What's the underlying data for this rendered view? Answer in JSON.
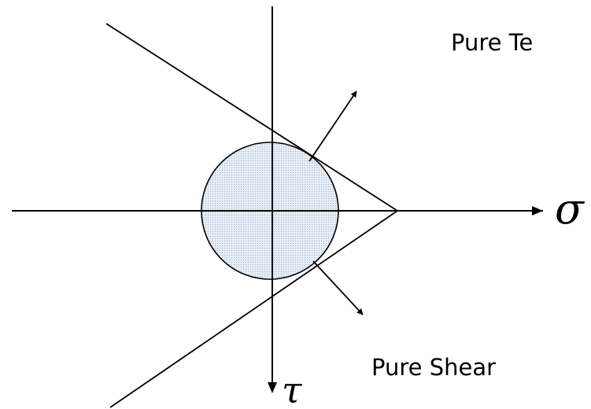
{
  "labels": {
    "pure_tension": "Pure Te",
    "pure_shear": "Pure Shear",
    "sigma_axis": "σ",
    "tau_axis": "τ"
  },
  "colors": {
    "circle_fill": "#dde6f2",
    "stroke": "#000000",
    "background": "#ffffff"
  }
}
